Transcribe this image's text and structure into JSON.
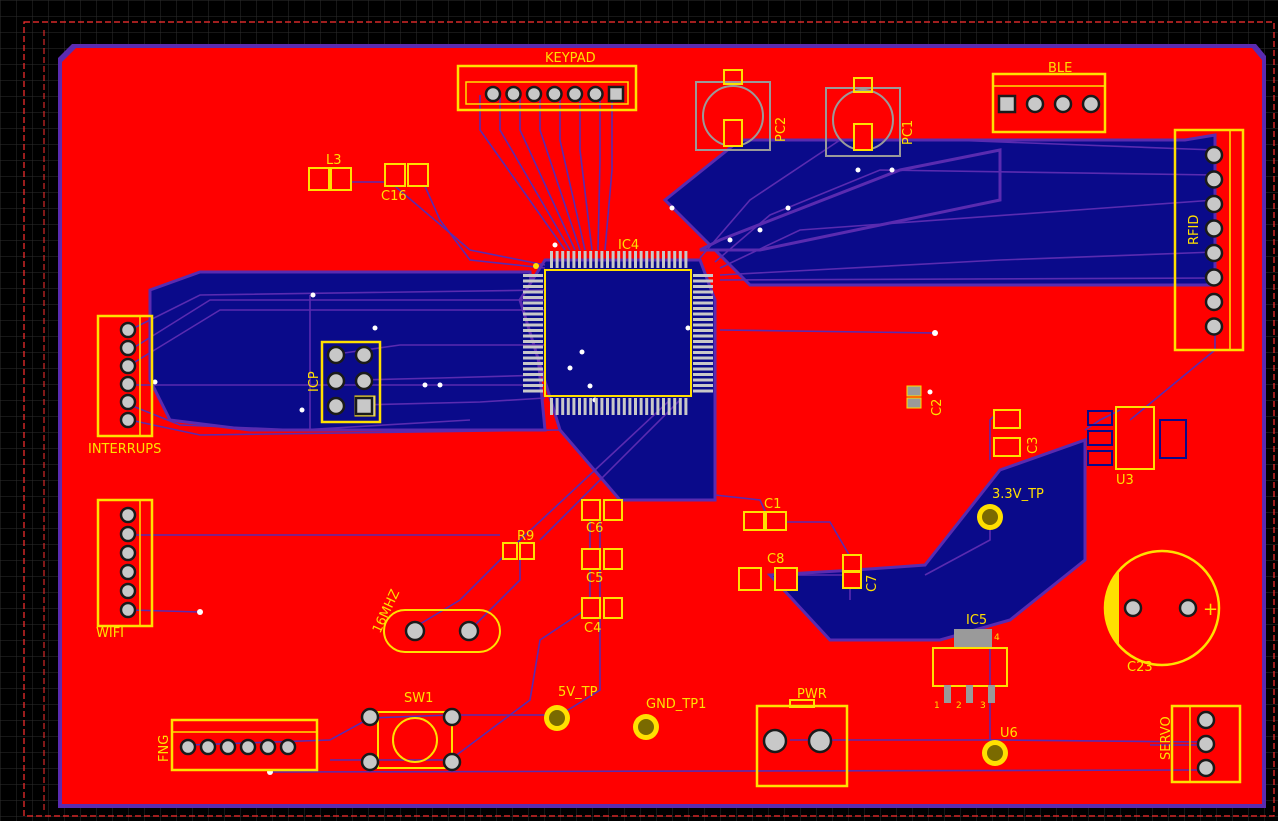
{
  "colors": {
    "background": "#000000",
    "grid": "#2e2e2e",
    "board_outline": "#ff3030",
    "top_copper": "#ff0000",
    "bottom_copper": "#0a0a8a",
    "trace_outline": "#5a2bb0",
    "silkscreen": "#ffe000",
    "pad": "#c8c8c8",
    "component_body": "#9a9a9a"
  },
  "components": {
    "keypad": {
      "label": "KEYPAD",
      "pins": 7
    },
    "ble": {
      "label": "BLE",
      "pins": 4
    },
    "rfid": {
      "label": "RFID",
      "pins": 8
    },
    "icp": {
      "label": "ICP",
      "pins": 6
    },
    "interrups": {
      "label": "INTERRUPS",
      "pins": 6
    },
    "wifi": {
      "label": "WIFI",
      "pins": 6
    },
    "fng": {
      "label": "FNG",
      "pins": 6
    },
    "servo": {
      "label": "SERVO",
      "pins": 3
    },
    "ic4": {
      "label": "IC4"
    },
    "ic5": {
      "label": "IC5",
      "pin_labels": [
        "1",
        "2",
        "3",
        "4"
      ]
    },
    "u3": {
      "label": "U3"
    },
    "u6": {
      "label": "U6"
    },
    "sw1": {
      "label": "SW1"
    },
    "pwr": {
      "label": "PWR"
    },
    "crystal": {
      "label": "16MHZ"
    },
    "c23": {
      "label": "C23",
      "polarity": "+"
    },
    "pc1": {
      "label": "PC1"
    },
    "pc2": {
      "label": "PC2"
    },
    "l3": {
      "label": "L3"
    },
    "c16": {
      "label": "C16"
    },
    "c1": {
      "label": "C1"
    },
    "c2": {
      "label": "C2"
    },
    "c3": {
      "label": "C3"
    },
    "c4": {
      "label": "C4"
    },
    "c5": {
      "label": "C5"
    },
    "c6": {
      "label": "C6"
    },
    "c7": {
      "label": "C7"
    },
    "c8": {
      "label": "C8"
    },
    "r9": {
      "label": "R9"
    }
  },
  "test_points": {
    "tp_3v3": {
      "label": "3.3V_TP"
    },
    "tp_5v": {
      "label": "5V_TP"
    },
    "tp_gnd": {
      "label": "GND_TP1"
    }
  }
}
